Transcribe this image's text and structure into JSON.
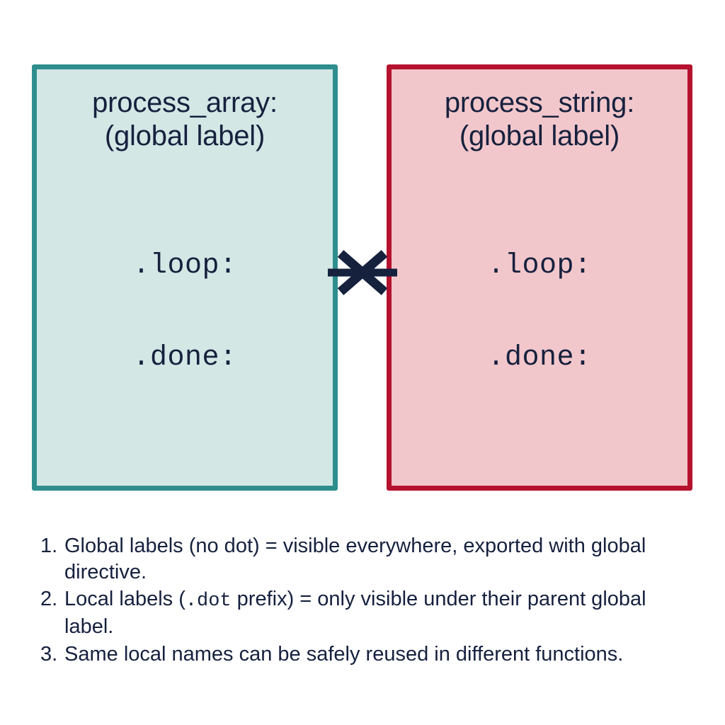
{
  "diagram": {
    "title_semantic": "assembly-label-scope-diagram",
    "background_color": "#ffffff",
    "text_color": "#16213e",
    "boxes": [
      {
        "id": "process_array",
        "title_line1": "process_array:",
        "title_line2": "(global label)",
        "fill_color": "#d3e7e5",
        "border_color": "#2e8e8e",
        "local_labels": [
          {
            "name": "loop",
            "text": ".loop:"
          },
          {
            "name": "done",
            "text": ".done:"
          }
        ]
      },
      {
        "id": "process_string",
        "title_line1": "process_string:",
        "title_line2": "(global label)",
        "fill_color": "#f2c7cb",
        "border_color": "#b5122f",
        "local_labels": [
          {
            "name": "loop",
            "text": ".loop:"
          },
          {
            "name": "done",
            "text": ".done:"
          }
        ]
      }
    ],
    "connector": {
      "icon": "no-link-cross-icon",
      "meaning": "local labels in one scope are not visible from the other",
      "stroke_color": "#16213e"
    },
    "notes": [
      {
        "number": "1.",
        "parts": [
          {
            "type": "text",
            "value": "Global labels (no dot) = visible everywhere, exported with global directive."
          }
        ]
      },
      {
        "number": "2.",
        "parts": [
          {
            "type": "text",
            "value": "Local labels ("
          },
          {
            "type": "mono",
            "value": ".dot"
          },
          {
            "type": "text",
            "value": " prefix) = only visible under their parent global label."
          }
        ]
      },
      {
        "number": "3.",
        "parts": [
          {
            "type": "text",
            "value": "Same local names can be safely reused in different functions."
          }
        ]
      }
    ]
  }
}
